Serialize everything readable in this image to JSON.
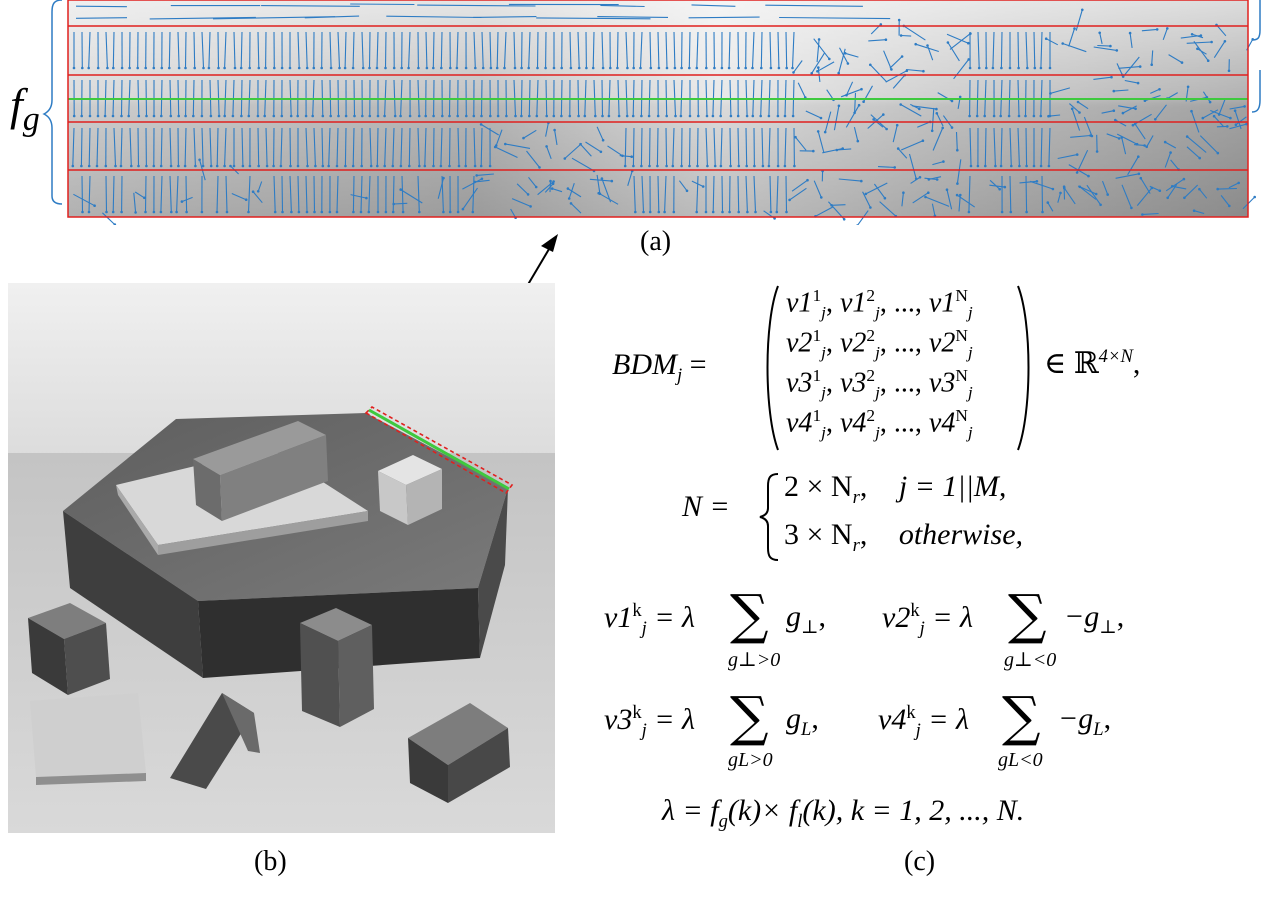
{
  "panel_a": {
    "label": "(a)",
    "side_label": "f",
    "side_label_sub": "g"
  },
  "panel_b": {
    "label": "(b)"
  },
  "panel_c": {
    "label": "(c)",
    "bdm_lhs": "BDM",
    "bdm_sub": "j",
    "bdm_rows": [
      [
        "v1",
        "v1",
        "v1"
      ],
      [
        "v2",
        "v2",
        "v2"
      ],
      [
        "v3",
        "v3",
        "v3"
      ],
      [
        "v4",
        "v4",
        "v4"
      ]
    ],
    "bdm_rhs": "∈ ℝ",
    "bdm_rhs_sup": "4×N",
    "n_lhs": "N =",
    "n_case1_expr": "2 × N",
    "n_case1_cond": "j = 1||M,",
    "n_case2_expr": "3 × N",
    "n_case2_cond": "otherwise,",
    "case_sub": "r",
    "v1_lhs": "v1",
    "v2_lhs": "v2",
    "v3_lhs": "v3",
    "v4_lhs": "v4",
    "lambda_eq": "= λ",
    "g_perp": "g",
    "perp": "⊥",
    "neg_g": "−g",
    "gL": "g",
    "L": "L",
    "cond_pos_perp": "g⊥>0",
    "cond_neg_perp": "g⊥<0",
    "cond_pos_L": "gL>0",
    "cond_neg_L": "gL<0",
    "lambda_line": "λ = f",
    "lambda_line_rest": "(k)× f",
    "lambda_line_end": "(k), k = 1, 2, ..., N."
  },
  "colors": {
    "arrow_blue": "#2e7cc4",
    "grid_red": "#e0201e",
    "grid_green": "#3ec93e",
    "brace_blue": "#2e7cc4"
  }
}
